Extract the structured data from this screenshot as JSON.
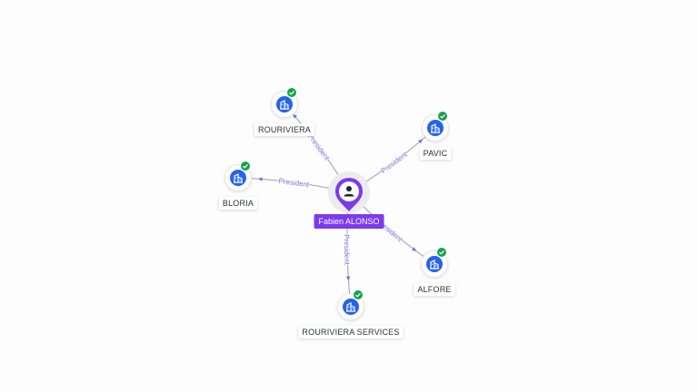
{
  "colors": {
    "company_fill": "#2563eb",
    "verified_badge": "#16a34a",
    "person_accent": "#7c3aed",
    "edge_label": "#7a6fd8",
    "edge_line": "#9aa0b4"
  },
  "person": {
    "name": "Fabien ALONSO",
    "icon": "person-icon"
  },
  "companies": [
    {
      "id": "rouriviera",
      "name": "ROURIVIERA",
      "icon": "building-icon",
      "verified": true
    },
    {
      "id": "pavic",
      "name": "PAVIC",
      "icon": "building-icon",
      "verified": true
    },
    {
      "id": "bloria",
      "name": "BLORIA",
      "icon": "building-icon",
      "verified": true
    },
    {
      "id": "alfore",
      "name": "ALFORE",
      "icon": "building-icon",
      "verified": true
    },
    {
      "id": "rouriviera-services",
      "name": "ROURIVIERA SERVICES",
      "icon": "building-icon",
      "verified": true
    }
  ],
  "relations": [
    {
      "to": "rouriviera",
      "label": "President"
    },
    {
      "to": "pavic",
      "label": "President"
    },
    {
      "to": "bloria",
      "label": "President"
    },
    {
      "to": "alfore",
      "label": "President"
    },
    {
      "to": "rouriviera-services",
      "label": "President"
    }
  ]
}
